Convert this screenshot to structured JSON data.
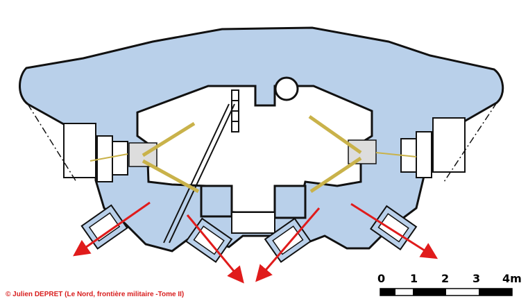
{
  "credit": "© Julien DEPRET (Le Nord, frontière militaire -Tome II)",
  "scale": {
    "labels": [
      "0",
      "1",
      "2",
      "3",
      "4m"
    ]
  },
  "colors": {
    "concrete": "#b9d0ea",
    "outline": "#111111",
    "arrow": "#e01b1b",
    "gun": "#c9b24a",
    "credit": "#d81e1e"
  }
}
